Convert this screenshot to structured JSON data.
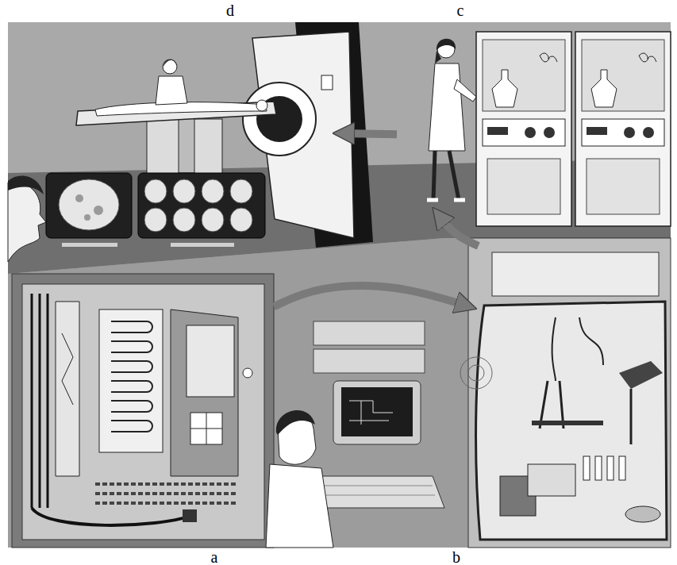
{
  "diagram": {
    "nodes": [
      {
        "text": [
          "d"
        ]
      },
      {
        "text": [
          "c"
        ]
      },
      {
        "text": [
          "a"
        ]
      },
      {
        "text": [
          "b"
        ]
      }
    ],
    "edges": [
      {
        "from": 2,
        "to": 3,
        "arrow": "to"
      },
      {
        "from": 3,
        "to": 1,
        "arrow": "to"
      },
      {
        "from": 1,
        "to": 0,
        "arrow": "to"
      }
    ]
  }
}
